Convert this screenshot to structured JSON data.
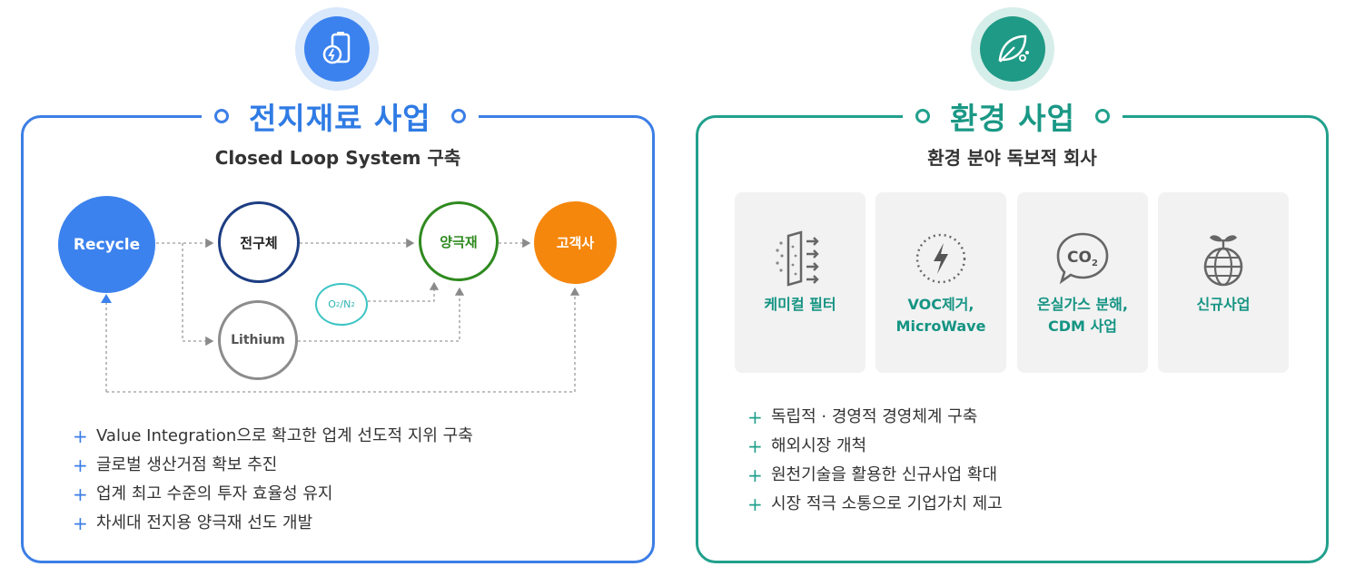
{
  "left": {
    "title": "전지재료 사업",
    "subtitle": "Closed Loop System 구축",
    "icon": "battery-icon",
    "accent": "#2f7be4",
    "nodes": {
      "recycle": "Recycle",
      "jeongu": "전구체",
      "yangguk": "양극재",
      "customer": "고객사",
      "lithium": "Lithium",
      "o2": "O",
      "o2_sub": "2",
      "slash": "/",
      "n2": "N",
      "n2_sub": "2"
    },
    "bullets": [
      "Value Integration으로 확고한 업계 선도적 지위 구축",
      "글로벌 생산거점 확보 추진",
      "업계 최고 수준의 투자 효율성 유지",
      "차세대 전지용 양극재 선도 개발"
    ]
  },
  "right": {
    "title": "환경 사업",
    "subtitle": "환경 분야 독보적 회사",
    "icon": "leaf-icon",
    "accent": "#1a9885",
    "cards": [
      {
        "label": "케미컬 필터",
        "icon": "filter-icon"
      },
      {
        "label1": "VOC제거,",
        "label2": "MicroWave",
        "icon": "lightning-icon"
      },
      {
        "label1": "온실가스 분해,",
        "label2": "CDM 사업",
        "icon": "co2-icon"
      },
      {
        "label": "신규사업",
        "icon": "globe-plant-icon"
      }
    ],
    "bullets": [
      "독립적 · 경영적 경영체계 구축",
      "해외시장 개척",
      "원천기술을 활용한 신규사업 확대",
      "시장 적극 소통으로 기업가치 제고"
    ]
  },
  "plus_symbol": "+"
}
